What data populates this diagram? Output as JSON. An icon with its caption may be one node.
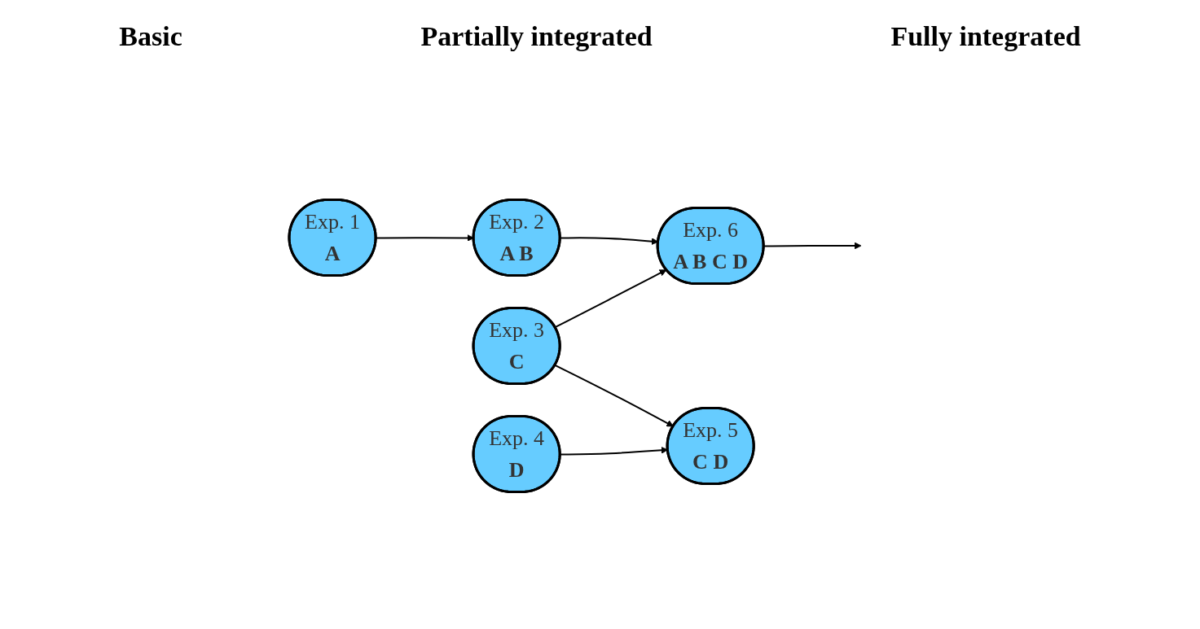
{
  "diagram": {
    "nodes": [
      {
        "text": [
          "Exp. 1",
          "A"
        ]
      },
      {
        "text": [
          "Exp. 2",
          "A B"
        ]
      },
      {
        "text": [
          "Exp. 3",
          "C"
        ]
      },
      {
        "text": [
          "Exp. 4",
          "D"
        ]
      },
      {
        "text": [
          "Exp. 5",
          "C D"
        ]
      },
      {
        "text": [
          "Exp. 6",
          "A B C D"
        ]
      }
    ],
    "edges": [
      {
        "from": 0,
        "to": 1,
        "arrow": "to"
      },
      {
        "from": 1,
        "to": 5,
        "arrow": "to"
      },
      {
        "from": 2,
        "to": 5,
        "arrow": "to"
      },
      {
        "from": 2,
        "to": 4,
        "arrow": "to"
      },
      {
        "from": 3,
        "to": 4,
        "arrow": "to"
      },
      {
        "from": 5,
        "to": null,
        "arrow": "to"
      }
    ],
    "labels": [
      "Basic",
      "Partially integrated",
      "Fully integrated"
    ]
  }
}
